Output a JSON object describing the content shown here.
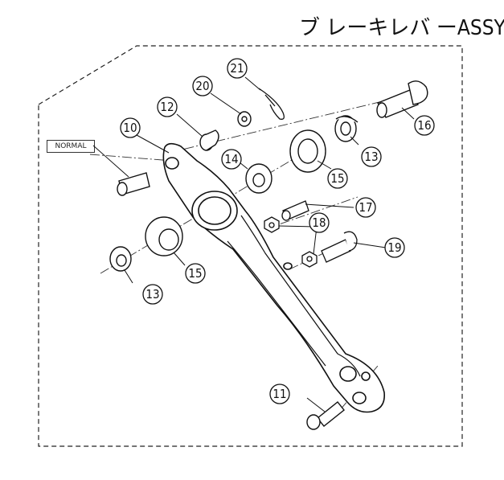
{
  "title": "ブ レーキレバ ーASSY",
  "note": "NORMAL",
  "callouts": [
    {
      "id": "c10",
      "label": "10"
    },
    {
      "id": "c11",
      "label": "11"
    },
    {
      "id": "c12",
      "label": "12"
    },
    {
      "id": "c13a",
      "label": "13"
    },
    {
      "id": "c13b",
      "label": "13"
    },
    {
      "id": "c14",
      "label": "14"
    },
    {
      "id": "c15a",
      "label": "15"
    },
    {
      "id": "c15b",
      "label": "15"
    },
    {
      "id": "c16",
      "label": "16"
    },
    {
      "id": "c17",
      "label": "17"
    },
    {
      "id": "c18",
      "label": "18"
    },
    {
      "id": "c19",
      "label": "19"
    },
    {
      "id": "c20",
      "label": "20"
    },
    {
      "id": "c21",
      "label": "21"
    }
  ]
}
